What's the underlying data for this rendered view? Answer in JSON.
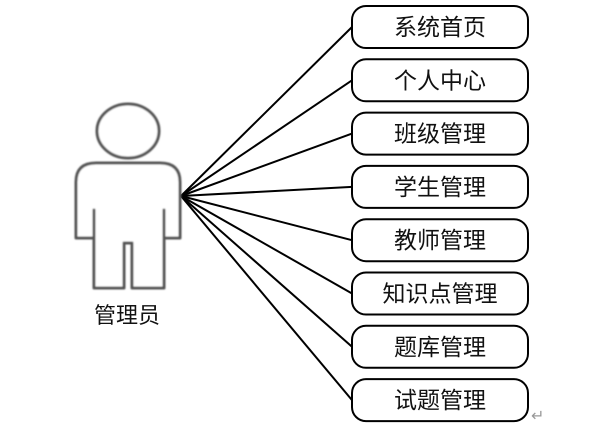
{
  "actor": {
    "label": "管理员"
  },
  "use_cases": [
    {
      "label": "系统首页"
    },
    {
      "label": "个人中心"
    },
    {
      "label": "班级管理"
    },
    {
      "label": "学生管理"
    },
    {
      "label": "教师管理"
    },
    {
      "label": "知识点管理"
    },
    {
      "label": "题库管理"
    },
    {
      "label": "试题管理"
    }
  ],
  "colors": {
    "line": "#000000",
    "actor_outline": "#555555",
    "return_mark": "#9a9a9a"
  },
  "icons": {
    "actor": "person-figure-icon",
    "paragraph_end": "return-arrow-icon"
  },
  "paragraph_mark": "↵"
}
